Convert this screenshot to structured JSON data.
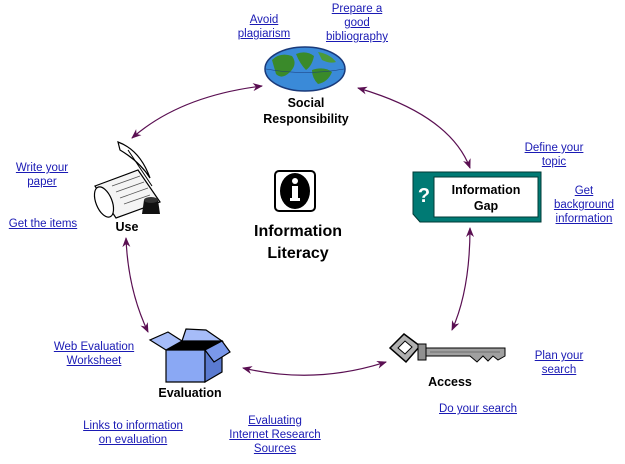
{
  "center": {
    "line1": "Information",
    "line2": "Literacy",
    "icon": "info-icon"
  },
  "stages": {
    "social": {
      "line1": "Social",
      "line2": "Responsibility",
      "icon": "globe-map-icon"
    },
    "gap": {
      "line1": "Information",
      "line2": "Gap",
      "icon": "question-sign-icon"
    },
    "access": {
      "label": "Access",
      "icon": "key-icon"
    },
    "evaluation": {
      "label": "Evaluation",
      "icon": "open-box-icon"
    },
    "use": {
      "label": "Use",
      "icon": "scroll-quill-icon"
    }
  },
  "links": {
    "avoid_plagiarism": {
      "line1": "Avoid",
      "line2": "plagiarism"
    },
    "prepare_bibliography": {
      "line1": "Prepare a",
      "line2": "good",
      "line3": "bibliography"
    },
    "define_topic": {
      "line1": "Define your",
      "line2": "topic"
    },
    "get_background": {
      "line1": "Get",
      "line2": "background",
      "line3": "information"
    },
    "plan_search": {
      "line1": "Plan your",
      "line2": "search"
    },
    "do_search": {
      "line1": "Do your search"
    },
    "evaluating_internet": {
      "line1": "Evaluating",
      "line2": "Internet Research",
      "line3": "Sources"
    },
    "links_evaluation": {
      "line1": "Links to information",
      "line2": "on evaluation"
    },
    "web_worksheet": {
      "line1": "Web Evaluation",
      "line2": "Worksheet"
    },
    "write_paper": {
      "line1": "Write your",
      "line2": "paper"
    },
    "get_items": {
      "line1": "Get the items"
    }
  },
  "colors": {
    "arrow": "#5a0f52",
    "link": "#1a1ab4",
    "sign": "#00807a",
    "box": "#8aa8f4",
    "key": "#909090",
    "ocean": "#3a8ad8",
    "land": "#3a8a2a"
  }
}
